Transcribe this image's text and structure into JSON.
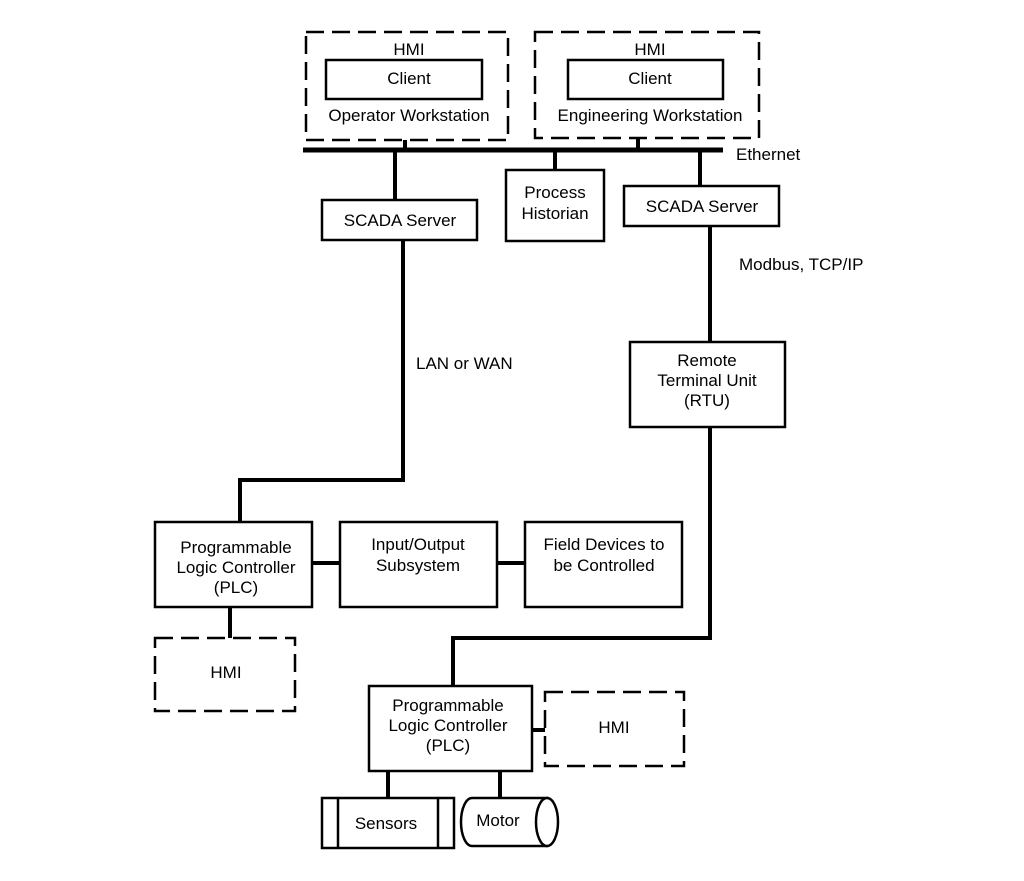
{
  "hmi_operator": {
    "hmi_label": "HMI",
    "client_label": "Client",
    "workstation_label": "Operator Workstation"
  },
  "hmi_engineering": {
    "hmi_label": "HMI",
    "client_label": "Client",
    "workstation_label": "Engineering Workstation"
  },
  "network": {
    "ethernet_label": "Ethernet",
    "lan_wan_label": "LAN or WAN",
    "modbus_label": "Modbus, TCP/IP"
  },
  "scada_left": {
    "label": "SCADA Server"
  },
  "scada_right": {
    "label": "SCADA Server"
  },
  "historian": {
    "line1": "Process",
    "line2": "Historian"
  },
  "rtu": {
    "line1": "Remote",
    "line2": "Terminal Unit",
    "line3": "(RTU)"
  },
  "plc_left": {
    "line1": "Programmable",
    "line2": "Logic Controller",
    "line3": "(PLC)"
  },
  "io_subsystem": {
    "line1": "Input/Output",
    "line2": "Subsystem"
  },
  "field_devices": {
    "line1": "Field Devices to",
    "line2": "be Controlled"
  },
  "hmi_left": {
    "label": "HMI"
  },
  "plc_bottom": {
    "line1": "Programmable",
    "line2": "Logic Controller",
    "line3": "(PLC)"
  },
  "hmi_bottom": {
    "label": "HMI"
  },
  "sensors": {
    "label": "Sensors"
  },
  "motor": {
    "label": "Motor"
  }
}
